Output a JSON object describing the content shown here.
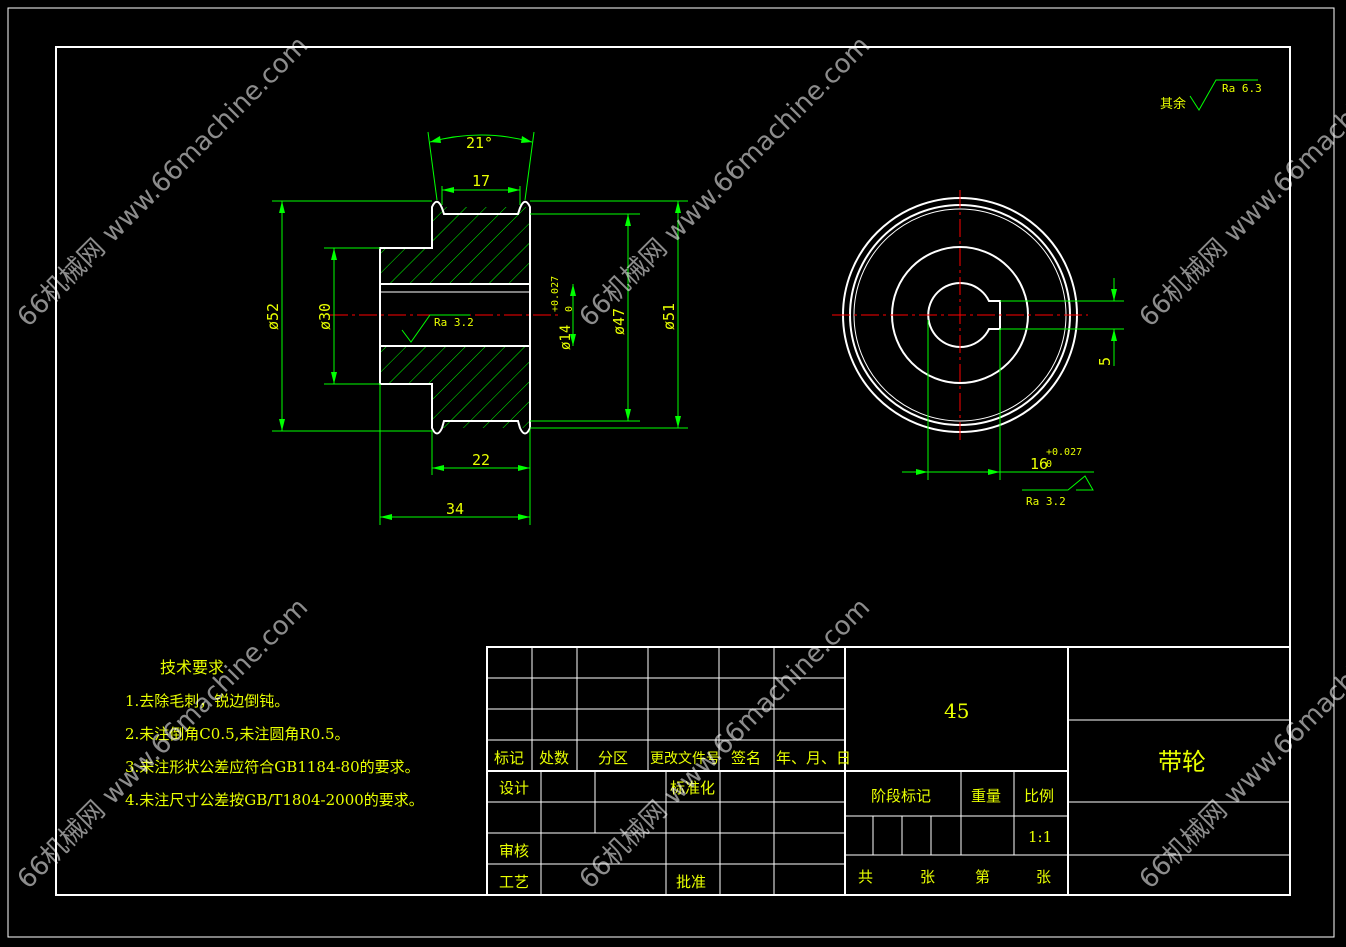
{
  "surface_roughness_note": {
    "prefix": "其余",
    "value": "Ra 6.3"
  },
  "dimensions": {
    "groove_angle": "21°",
    "groove_width": "17",
    "outer_dia_left": "ø52",
    "hub_dia": "ø30",
    "bore_dia": "ø14",
    "bore_tol_upper": "+0.027",
    "bore_tol_lower": "0",
    "groove_bottom_dia": "ø47",
    "outer_dia_right": "ø51",
    "hub_width": "22",
    "total_width": "34",
    "bore_roughness": "Ra 3.2",
    "keyway_depth": "5",
    "keyway_width": "16",
    "keyway_tol_upper": "+0.027",
    "keyway_tol_lower": "0",
    "keyway_roughness": "Ra 3.2"
  },
  "tech_requirements": {
    "title": "技术要求",
    "items": [
      "1.去除毛刺，锐边倒钝。",
      "2.未注倒角C0.5,未注圆角R0.5。",
      "3.未注形状公差应符合GB1184-80的要求。",
      "4.未注尺寸公差按GB/T1804-2000的要求。"
    ]
  },
  "title_block": {
    "material": "45",
    "part_name": "带轮",
    "revision_headers": [
      "标记",
      "处数",
      "分区",
      "更改文件号",
      "签名",
      "年、月、日"
    ],
    "design": "设计",
    "standardization": "标准化",
    "check": "审核",
    "process": "工艺",
    "approve": "批准",
    "stage_mark": "阶段标记",
    "weight": "重量",
    "scale_label": "比例",
    "scale_value": "1:1",
    "total": "共",
    "sheets": "张",
    "sheet_no": "第",
    "sheet_unit": "张"
  },
  "watermark": "66机械网 www.66machine.com",
  "colors": {
    "background": "#000000",
    "outline": "#ffffff",
    "dimension": "#00ff00",
    "text": "#e8ff00",
    "centerline": "#ff0000"
  }
}
